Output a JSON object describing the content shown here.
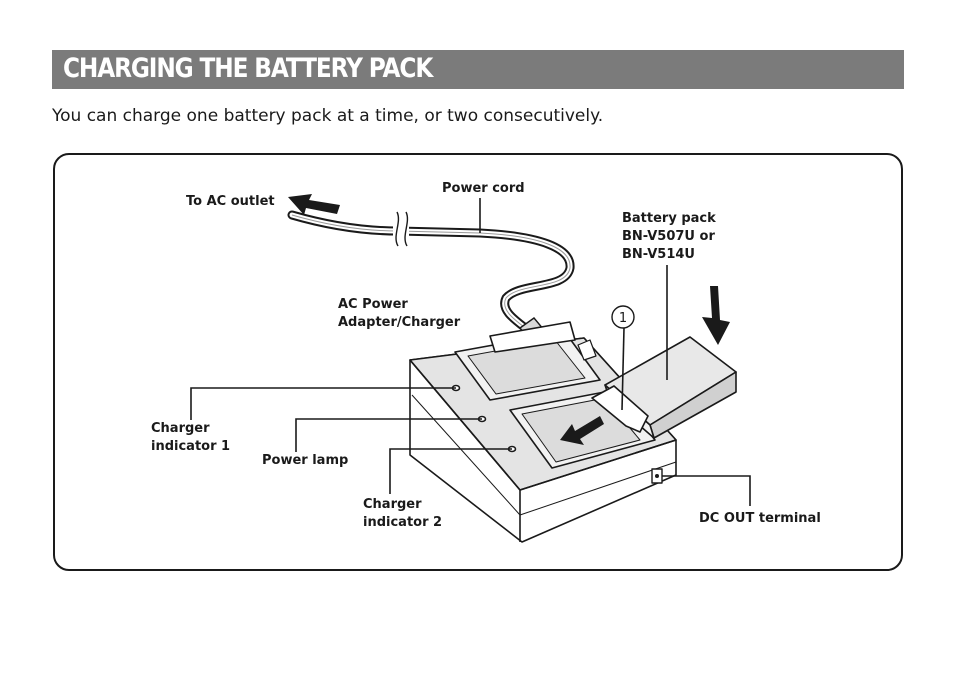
{
  "heading": {
    "title": "CHARGING THE BATTERY PACK"
  },
  "intro": {
    "text": "You can charge one battery pack at a time, or two consecutively."
  },
  "figure": {
    "labels": {
      "to_ac_outlet": "To AC outlet",
      "power_cord": "Power cord",
      "battery_pack": [
        "Battery pack",
        "BN-V507U or",
        "BN-V514U"
      ],
      "ac_adapter": [
        "AC Power",
        "Adapter/Charger"
      ],
      "charger_indicator_1": [
        "Charger",
        "indicator 1"
      ],
      "power_lamp": "Power lamp",
      "charger_indicator_2": [
        "Charger",
        "indicator 2"
      ],
      "dc_out_terminal": "DC OUT terminal",
      "step_marker": "1"
    }
  }
}
